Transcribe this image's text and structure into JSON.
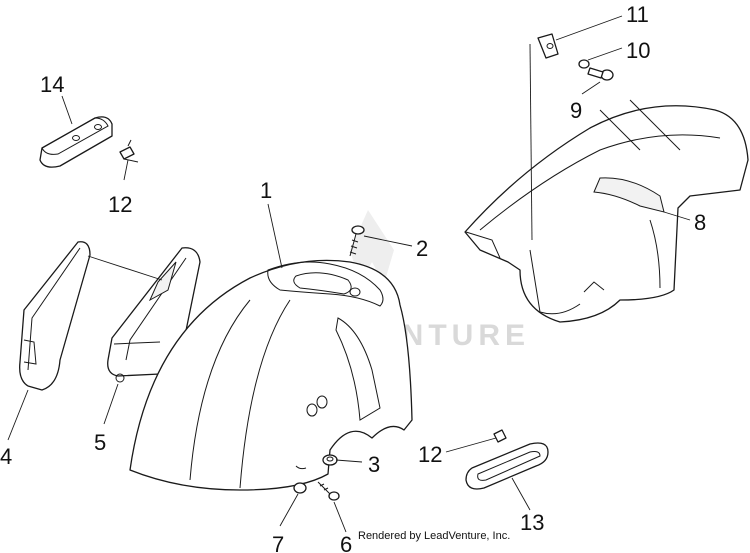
{
  "watermark": {
    "text": "LEADVENTURE"
  },
  "credit": "Rendered by LeadVenture, Inc.",
  "callouts": {
    "c1": "1",
    "c2": "2",
    "c3": "3",
    "c4": "4",
    "c5": "5",
    "c6": "6",
    "c7": "7",
    "c8": "8",
    "c9": "9",
    "c10": "10",
    "c11": "11",
    "c12a": "12",
    "c12b": "12",
    "c13": "13",
    "c14": "14"
  }
}
